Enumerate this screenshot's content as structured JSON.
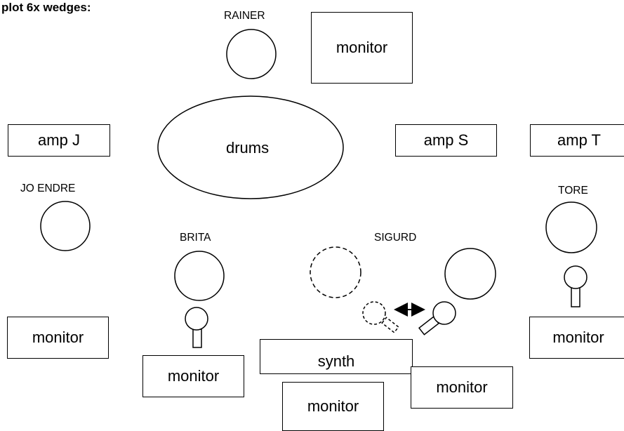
{
  "title": "plot 6x wedges:",
  "people": {
    "rainer": "RAINER",
    "jo_endre": "JO ENDRE",
    "tore": "TORE",
    "brita": "BRITA",
    "sigurd": "SIGURD"
  },
  "instruments": {
    "drums": "drums",
    "amp_j": "amp J",
    "amp_s": "amp S",
    "amp_t": "amp T",
    "synth": "synth"
  },
  "monitor_label": "monitor",
  "colors": {
    "stroke": "#000000",
    "background": "#ffffff"
  }
}
